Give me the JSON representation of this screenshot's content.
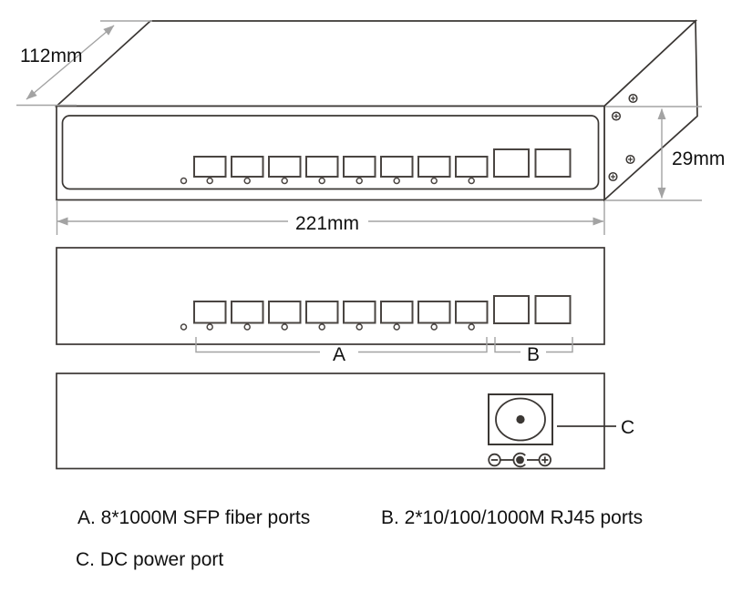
{
  "dimensions": {
    "depth": "112mm",
    "width": "221mm",
    "height": "29mm"
  },
  "callouts": {
    "a": "A",
    "b": "B",
    "c": "C"
  },
  "legend": {
    "a": "A. 8*1000M SFP fiber ports",
    "b": "B. 2*10/100/1000M RJ45 ports",
    "c": "C. DC power port"
  },
  "device": {
    "sfp_port_count": 8,
    "rj45_port_count": 2,
    "led_indicator_count": 9,
    "screw_count": 4,
    "polarity_icons": [
      "minus-icon",
      "center-pin-icon",
      "plus-icon"
    ]
  },
  "colors": {
    "line": "#3b3734",
    "port_line": "#4a4542",
    "dimension": "#a3a3a3",
    "text": "#111111",
    "background": "#ffffff"
  }
}
